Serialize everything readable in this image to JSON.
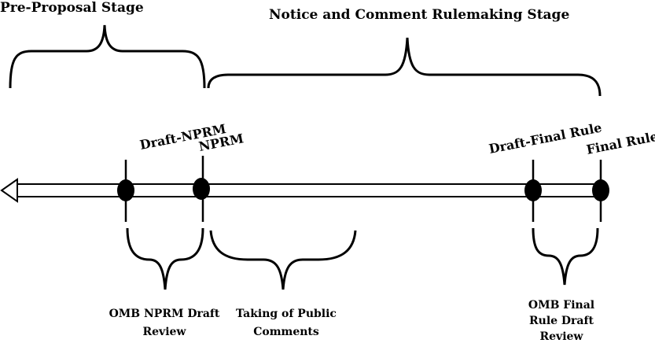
{
  "stages": {
    "pre_proposal": "Pre-Proposal Stage",
    "notice_comment": "Notice and Comment Rulemaking Stage"
  },
  "milestones": {
    "draft_nprm": "Draft-NPRM",
    "nprm": "NPRM",
    "draft_final_rule": "Draft-Final Rule",
    "final_rule": "Final Rule"
  },
  "reviews": {
    "omb_nprm": [
      "OMB NPRM Draft",
      "Review"
    ],
    "public_comments": [
      "Taking of Public",
      "Comments"
    ],
    "omb_final": [
      "OMB Final",
      "Rule Draft",
      "Review"
    ]
  },
  "colors": {
    "ink": "#000000",
    "background": "#ffffff"
  }
}
